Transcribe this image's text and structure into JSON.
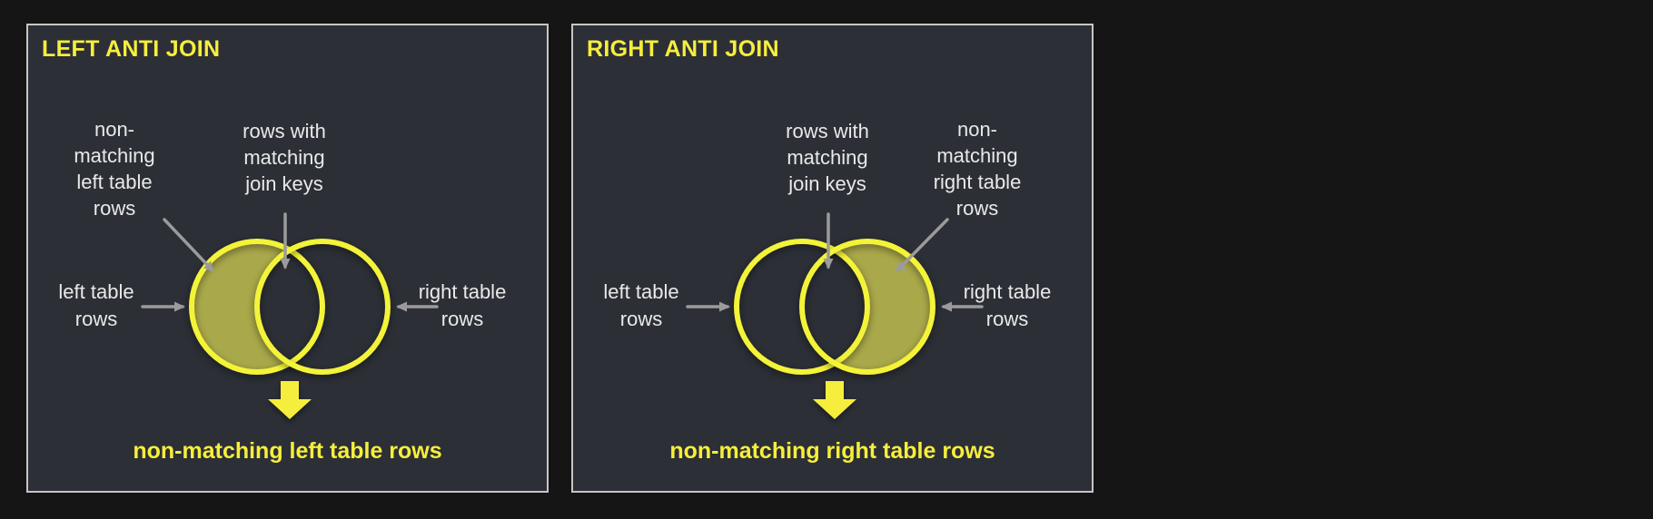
{
  "colors": {
    "page_bg": "#151515",
    "panel_bg": "#2c2f36",
    "panel_border": "#c6c6c6",
    "title": "#f6ee3c",
    "label": "#e9e9e9",
    "arrow_gray": "#9b9b9b",
    "circle_stroke": "#f3f339",
    "crescent_fill": "#a9a84a",
    "result": "#f6ee3c"
  },
  "panels": [
    {
      "title": "LEFT ANTI JOIN",
      "highlight": "left",
      "labels": {
        "nonmatching": "non-\nmatching\nleft table\nrows",
        "matching": "rows with\nmatching\njoin keys",
        "left_rows": "left table\nrows",
        "right_rows": "right table\nrows"
      },
      "result": "non-matching left table rows"
    },
    {
      "title": "RIGHT ANTI JOIN",
      "highlight": "right",
      "labels": {
        "nonmatching": "non-\nmatching\nright table\nrows",
        "matching": "rows with\nmatching\njoin keys",
        "left_rows": "left table\nrows",
        "right_rows": "right table\nrows"
      },
      "result": "non-matching right table rows"
    }
  ]
}
